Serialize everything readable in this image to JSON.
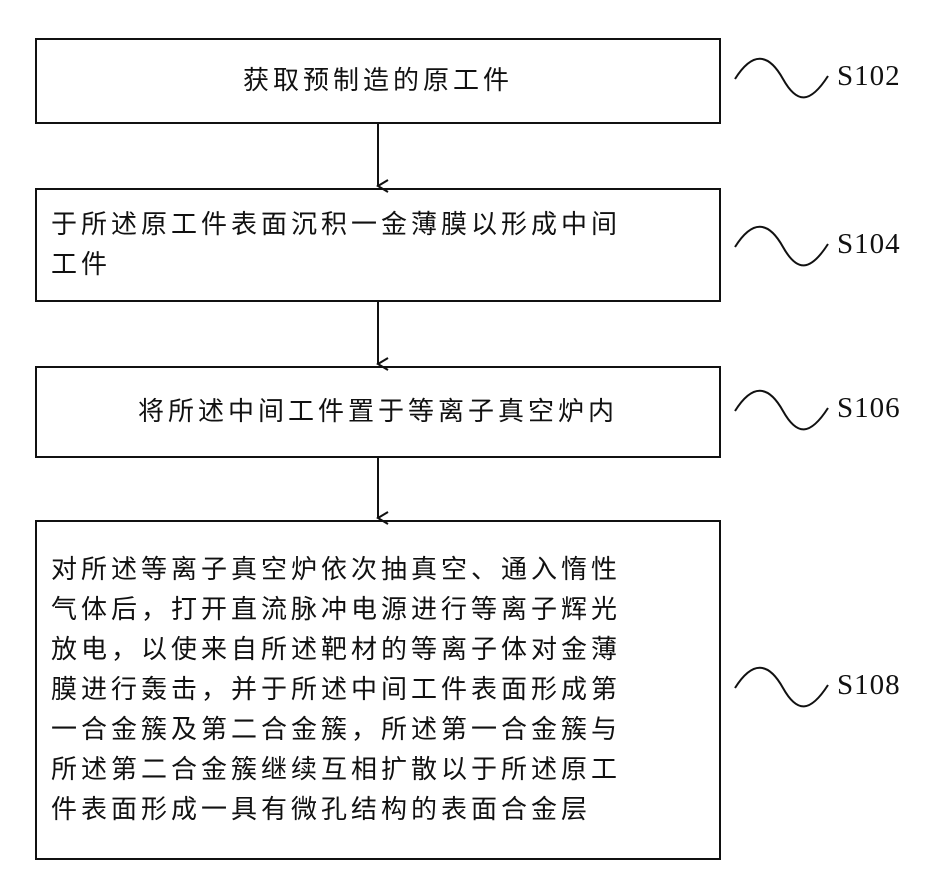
{
  "steps": [
    {
      "id": "S102",
      "lines": [
        "获取预制造的原工件"
      ]
    },
    {
      "id": "S104",
      "lines": [
        "于所述原工件表面沉积一金薄膜以形成中间",
        "工件"
      ]
    },
    {
      "id": "S106",
      "lines": [
        "将所述中间工件置于等离子真空炉内"
      ]
    },
    {
      "id": "S108",
      "lines": [
        "对所述等离子真空炉依次抽真空、通入惰性",
        "气体后，打开直流脉冲电源进行等离子辉光",
        "放电，以使来自所述靶材的等离子体对金薄",
        "膜进行轰击，并于所述中间工件表面形成第",
        "一合金簇及第二合金簇，所述第一合金簇与",
        "所述第二合金簇继续互相扩散以于所述原工",
        "件表面形成一具有微孔结构的表面合金层"
      ]
    }
  ]
}
